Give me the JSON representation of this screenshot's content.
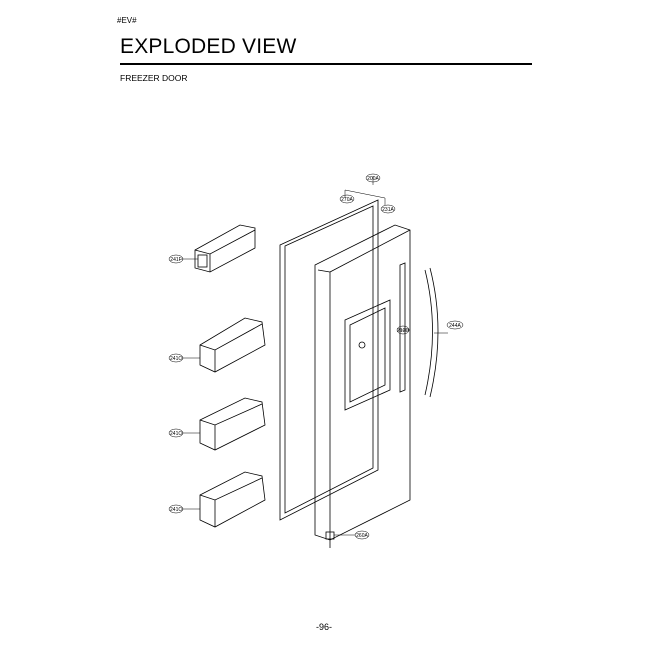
{
  "header": {
    "tag": "#EV#",
    "title": "EXPLODED VIEW",
    "subtitle": "FREEZER DOOR"
  },
  "callouts": [
    "200A",
    "270A",
    "231A",
    "241F",
    "241C",
    "241C",
    "241C",
    "244A",
    "212D",
    "260A"
  ],
  "footer": {
    "page_number": "-96-"
  }
}
